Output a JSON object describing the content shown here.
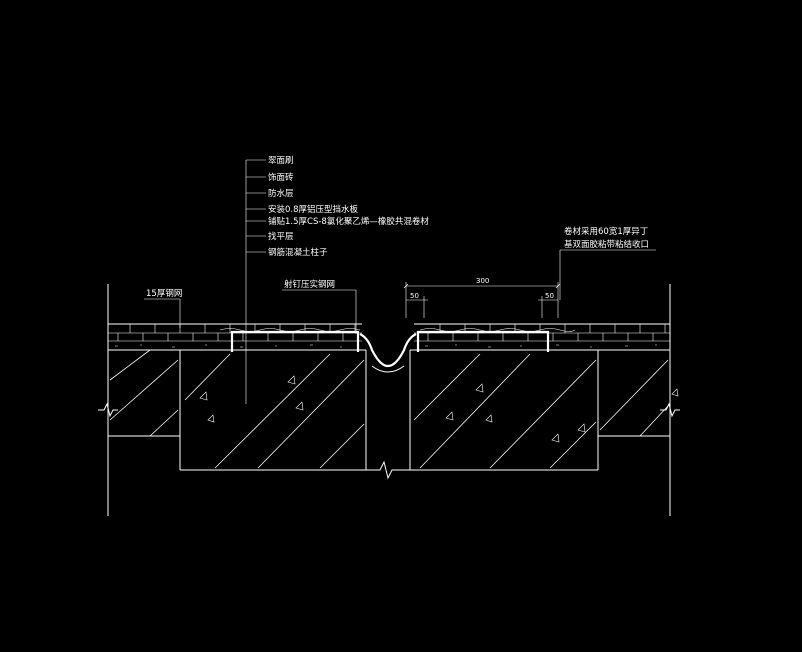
{
  "leader_labels": [
    "翠面刷",
    "饰面砖",
    "防水层",
    "安装0.8厚铝压型挡水板",
    "铺贴1.5厚CS-8氯化聚乙烯—橡胶共混卷材",
    "找平层",
    "钢筋混凝土柱子"
  ],
  "right_note": [
    "卷材采用60宽1厚异丁",
    "基双面胶粘带粘结收口"
  ],
  "left_note": "15厚钢网",
  "center_note": "射钉压实钢网",
  "dimensions": {
    "top": "300",
    "left": "50",
    "right": "50"
  }
}
